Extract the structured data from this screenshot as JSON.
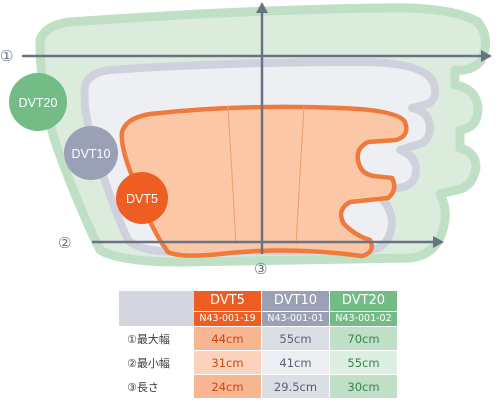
{
  "diagram": {
    "dimension_markers": [
      "①",
      "②",
      "③"
    ],
    "sizes": [
      {
        "name": "DVT20",
        "color": "#73bc86"
      },
      {
        "name": "DVT10",
        "color": "#9aa0b6"
      },
      {
        "name": "DVT5",
        "color": "#ee5d21"
      }
    ]
  },
  "table": {
    "columns": [
      {
        "name": "DVT5",
        "code": "N43-001-19"
      },
      {
        "name": "DVT10",
        "code": "N43-001-01"
      },
      {
        "name": "DVT20",
        "code": "N43-001-02"
      }
    ],
    "rows": [
      {
        "label": "①最大幅",
        "values": [
          "44cm",
          "55cm",
          "70cm"
        ]
      },
      {
        "label": "②最小幅",
        "values": [
          "31cm",
          "41cm",
          "55cm"
        ]
      },
      {
        "label": "③長さ",
        "values": [
          "24cm",
          "29.5cm",
          "30cm"
        ]
      }
    ]
  }
}
